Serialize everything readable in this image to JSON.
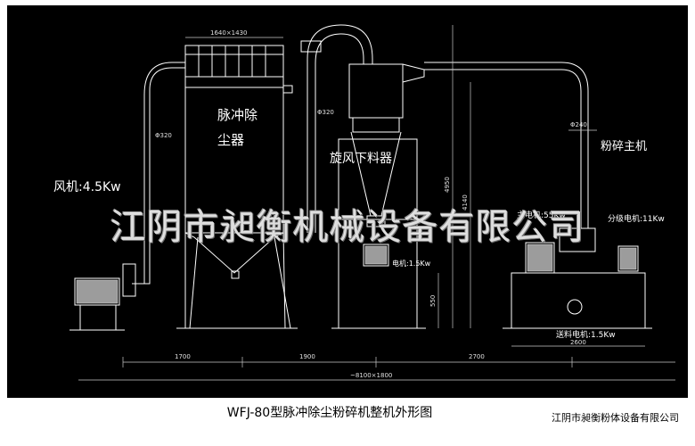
{
  "dimensions": {
    "filter_top_size": "1640×1430",
    "duct_dia_left": "Φ320",
    "duct_dia_mid": "Φ320",
    "duct_dia_right": "Φ240",
    "height_total": "4950",
    "height_cyclone": "4140",
    "height_small": "550",
    "base_left": "1700",
    "base_mid": "1900",
    "base_right": "2700",
    "base_right_unit": "2600",
    "overall": "~8100×1800"
  },
  "labels": {
    "dust_collector_line1": "脉冲除",
    "dust_collector_line2": "尘器",
    "cyclone": "旋风下料器",
    "fan": "风机:4.5Kw",
    "main_mill": "粉碎主机",
    "main_motor": "主电机:55Kw",
    "classifier_motor": "分级电机:11Kw",
    "valve_motor": "电机:1.5Kw",
    "feeder_motor": "送料电机:1.5Kw"
  },
  "watermark": "江阴市昶衡机械设备有限公司",
  "footer": {
    "title": "WFJ-80型脉冲除尘粉碎机整机外形图",
    "company": "江阴市昶衡粉体设备有限公司"
  }
}
